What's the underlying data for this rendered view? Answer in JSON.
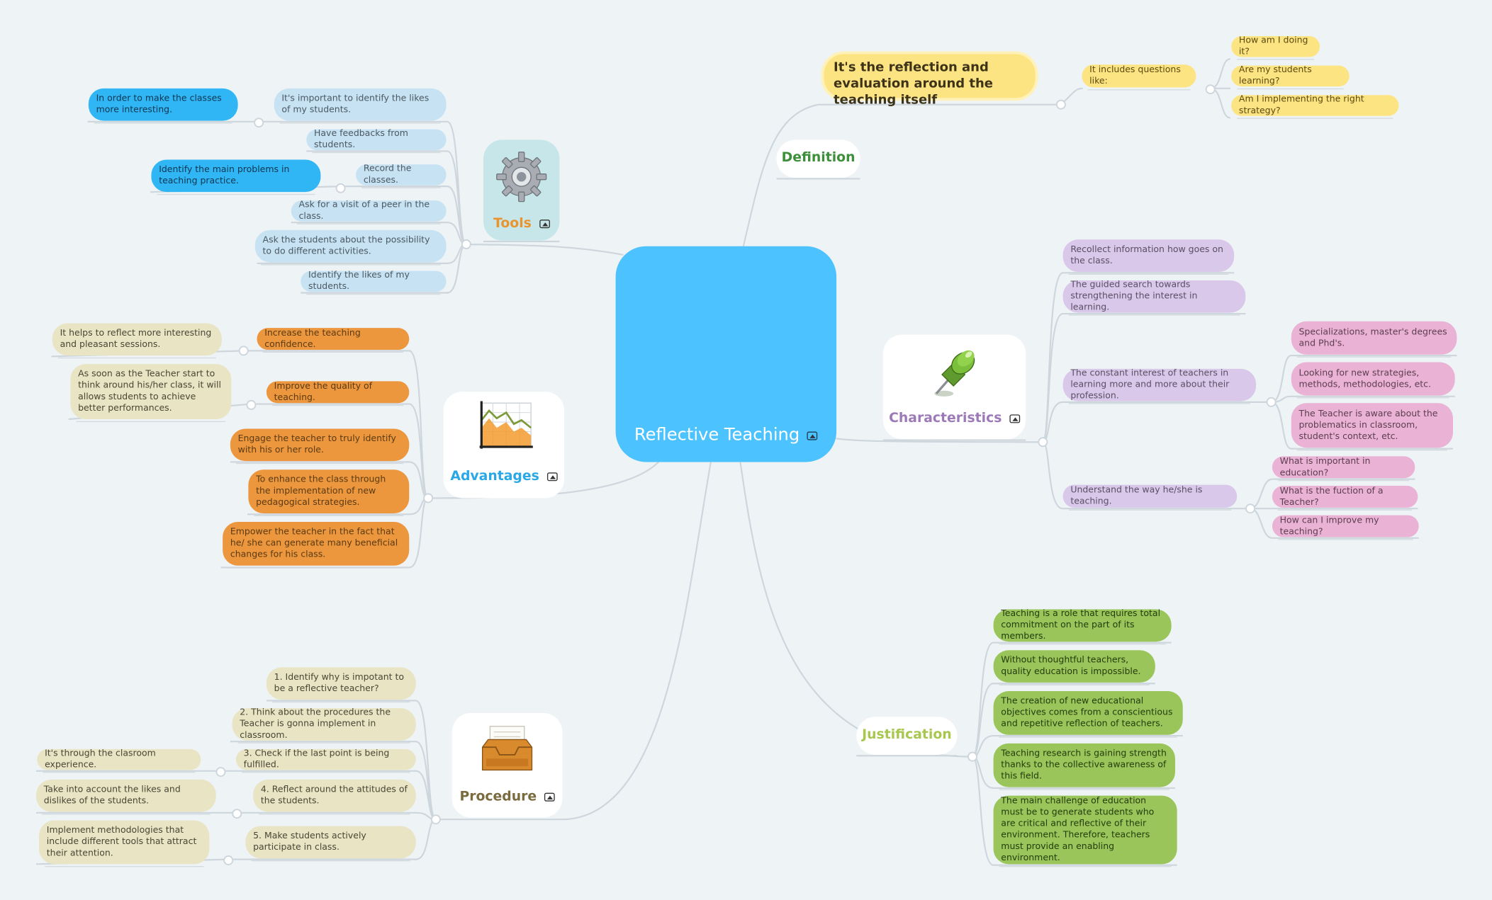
{
  "central": {
    "title": "Reflective Teaching"
  },
  "colors": {
    "central": "#4cc2ff",
    "tools": "#e8952f",
    "advantages": "#2aa8e6",
    "procedure": "#7a6b3f",
    "definition": "#3e8f3a",
    "characteristics": "#9c7ab8",
    "justification": "#a7c74f"
  },
  "tools": {
    "title": "Tools",
    "icon": "gear-icon",
    "items": [
      "It's important to identify the likes of my students.",
      "Have feedbacks from students.",
      "Record the classes.",
      "Ask for a visit of a peer in the class.",
      "Ask the students about the possibility to do different activities.",
      "Identify the likes of my students."
    ],
    "sub_likes": "In order to make the classes more interesting.",
    "sub_record": "Identify the main problems in teaching practice."
  },
  "advantages": {
    "title": "Advantages",
    "icon": "chart-icon",
    "items": [
      "Increase the teaching confidence.",
      "Improve the quality of teaching.",
      "Engage the teacher to truly identify with his or her role.",
      "To enhance the class through the implementation of new pedagogical strategies.",
      "Empower the teacher in the fact that he/ she can generate many beneficial changes for his class."
    ],
    "sub_confidence": "It helps to reflect more interesting and pleasant sessions.",
    "sub_quality": "As soon as the Teacher start to think around his/her class, it will allows students to achieve better performances."
  },
  "procedure": {
    "title": "Procedure",
    "icon": "inbox-tray-icon",
    "items": [
      "1. Identify why is impotant to be a reflective teacher?",
      "2. Think about the procedures the Teacher is gonna implement in classroom.",
      "3. Check if the last point is being fulfilled.",
      "4. Reflect around the attitudes of the students.",
      "5. Make students actively participate in class."
    ],
    "sub_check": "It's through the clasroom experience.",
    "sub_reflect": "Take into account the likes and dislikes of the students.",
    "sub_participate": "Implement methodologies that include different tools that attract their attention."
  },
  "definition": {
    "title": "Definition",
    "text": "It's the reflection and evaluation around the teaching itself",
    "includes": "It includes questions like:",
    "questions": [
      "How am I doing it?",
      "Are my students learning?",
      "Am I implementing the right strategy?"
    ]
  },
  "characteristics": {
    "title": "Characteristics",
    "icon": "pushpin-icon",
    "items": [
      "Recollect information how goes on the class.",
      "The guided search towards strengthening the interest in learning.",
      "The constant interest of teachers in learning more and more about their profession.",
      "Understand the way he/she is teaching."
    ],
    "sub_interest": [
      "Specializations, master's degrees and Phd's.",
      "Looking for new strategies, methods, methodologies, etc.",
      "The Teacher is aware about the problematics in classroom, student's context, etc."
    ],
    "sub_understand": [
      "What is important in education?",
      "What is the fuction of a Teacher?",
      "How can I improve my teaching?"
    ]
  },
  "justification": {
    "title": "Justification",
    "items": [
      "Teaching is a role that requires total commitment on the part of its members.",
      "Without thoughtful teachers, quality education is impossible.",
      "The creation of new educational objectives comes from a conscientious and repetitive reflection of teachers.",
      "Teaching research is gaining strength thanks to the collective awareness of this field.",
      "The main challenge of education must be to generate students who are critical and reflective of their environment. Therefore, teachers must provide an enabling environment."
    ]
  }
}
